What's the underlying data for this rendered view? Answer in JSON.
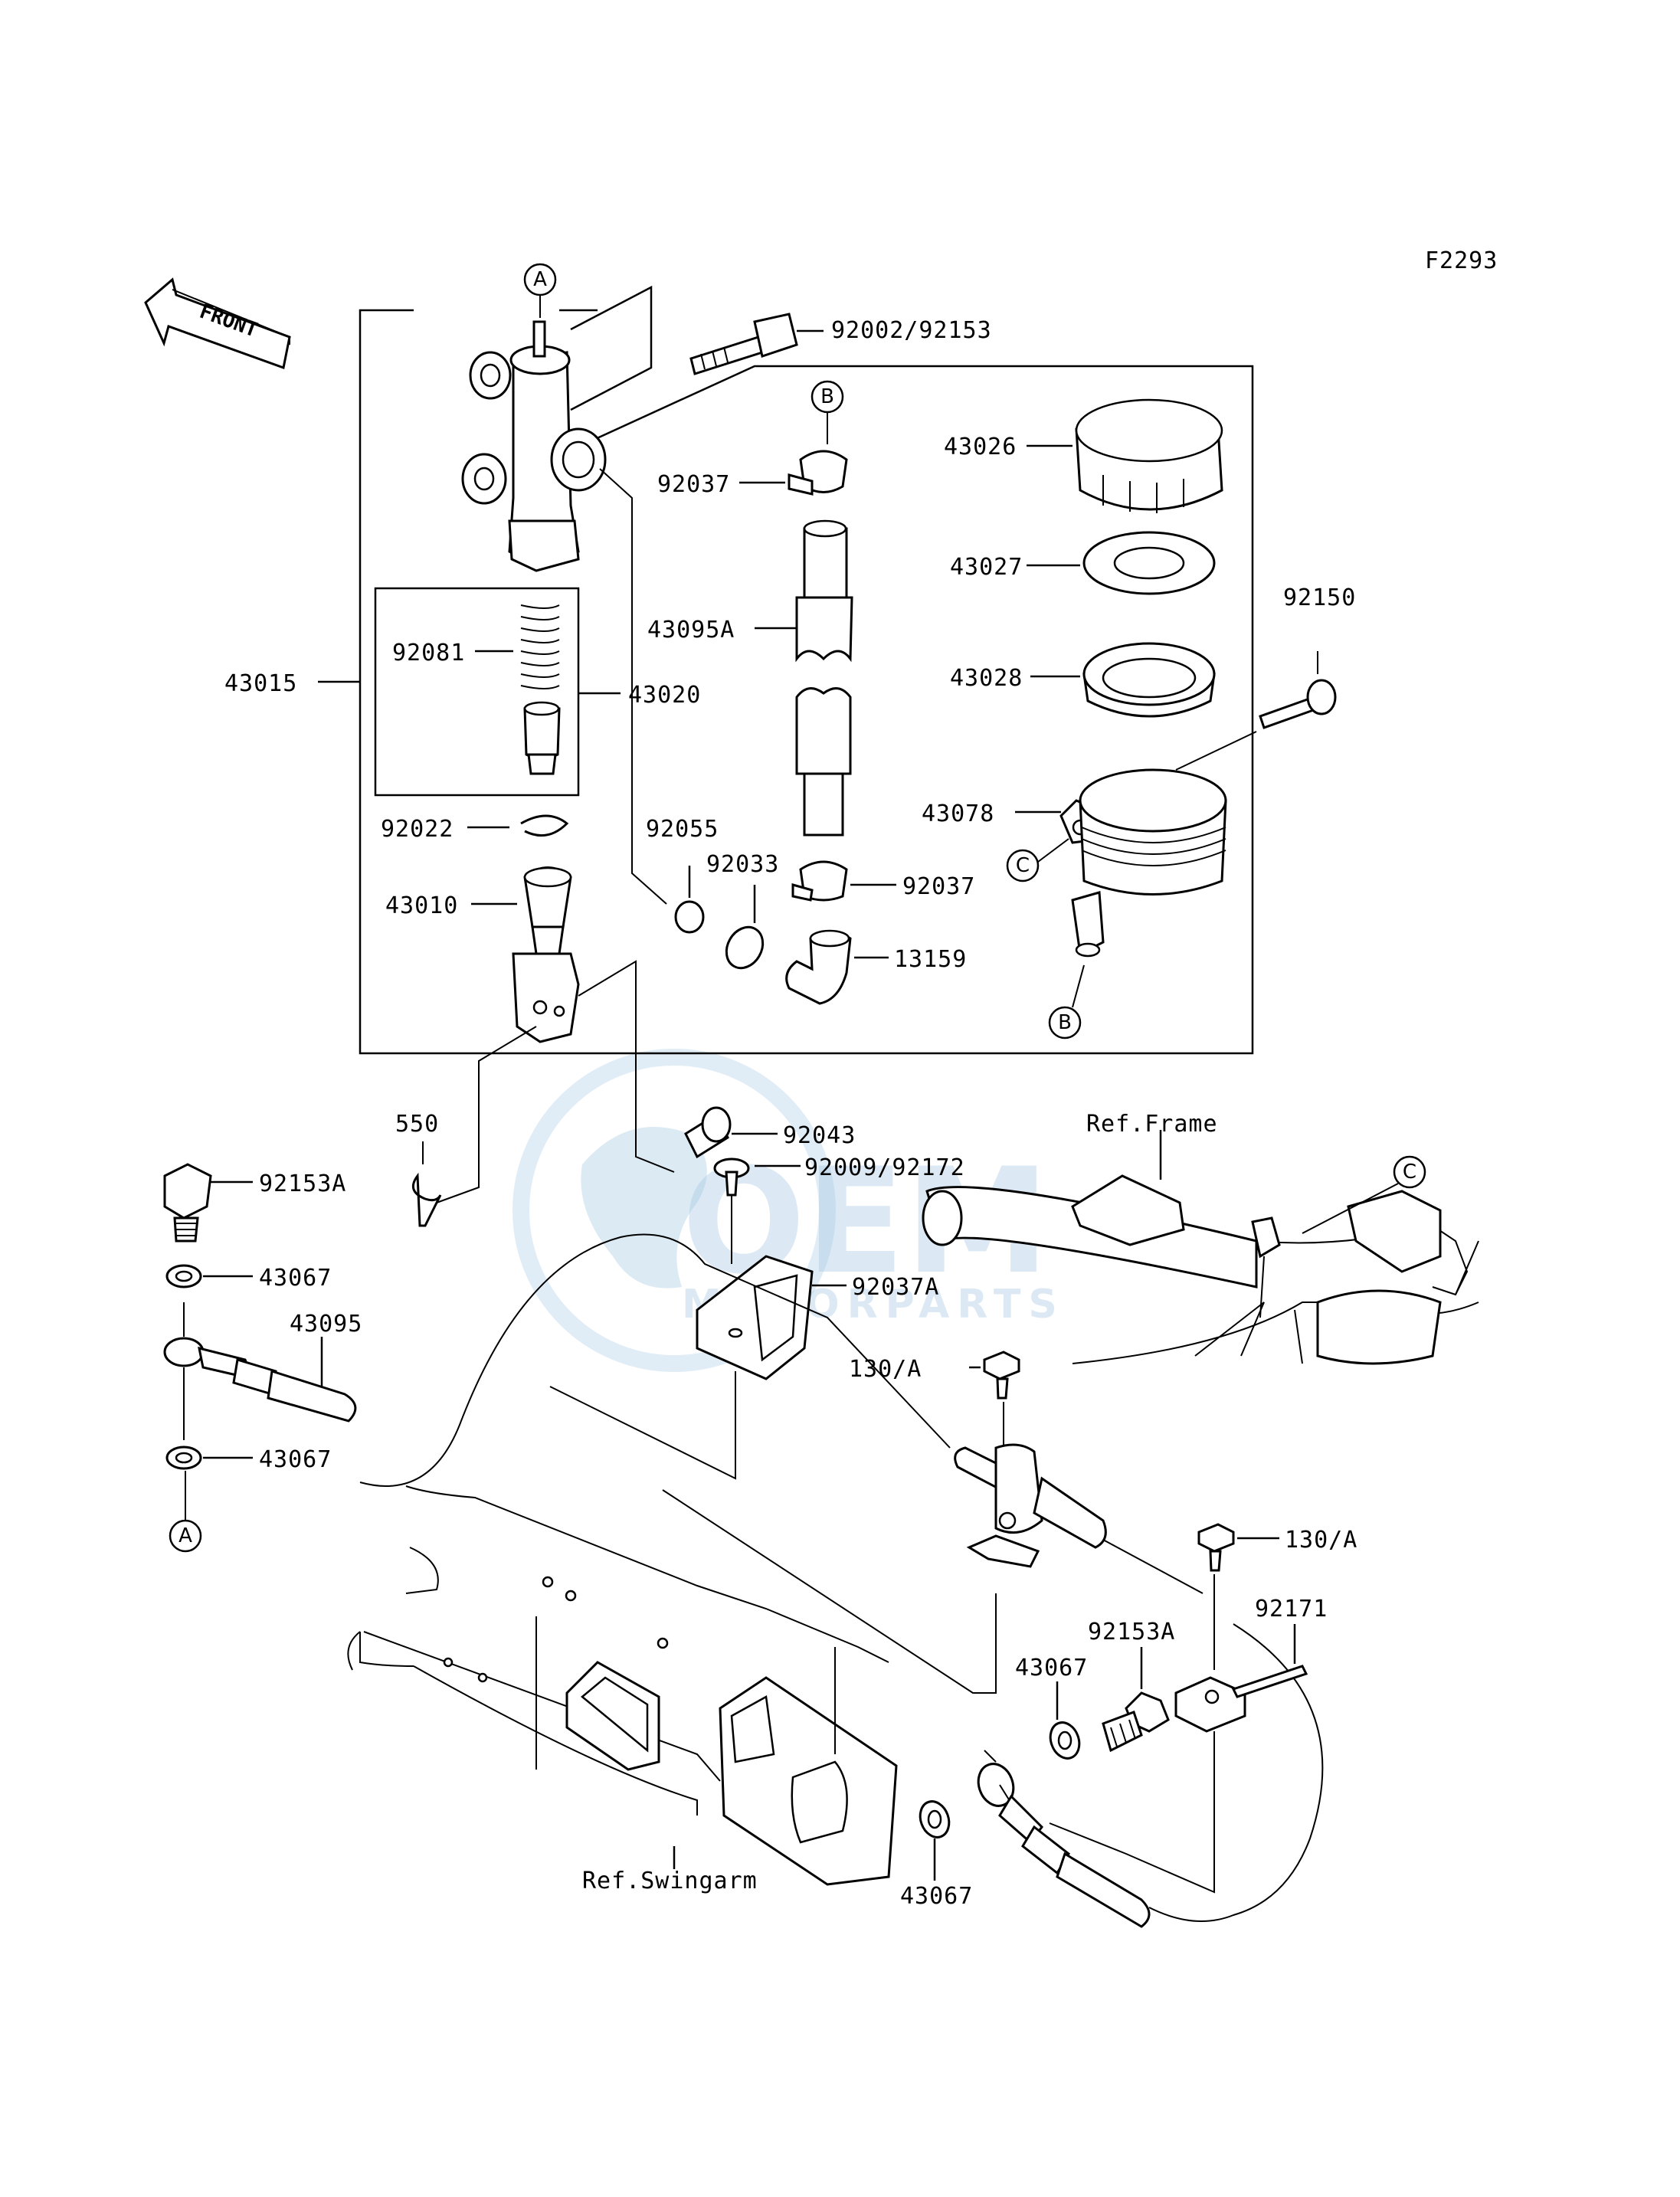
{
  "figure_code": "F2293",
  "front_label": "FRONT",
  "watermark": {
    "brand": "OEM",
    "sub": "MOTORPARTS"
  },
  "callouts": {
    "a": "A",
    "b": "B",
    "c": "C"
  },
  "parts": {
    "p92002_92153": "92002/92153",
    "p43026": "43026",
    "p92037_top": "92037",
    "p43027": "43027",
    "p92150": "92150",
    "p43095A": "43095A",
    "p43028": "43028",
    "p92081": "92081",
    "p43015": "43015",
    "p43020": "43020",
    "p43078": "43078",
    "p92022": "92022",
    "p92055": "92055",
    "p92033": "92033",
    "p92037_bot": "92037",
    "p43010": "43010",
    "p13159": "13159",
    "p92043": "92043",
    "p550": "550",
    "p92009_92172": "92009/92172",
    "p92153A_left": "92153A",
    "p43067_1": "43067",
    "p92037A": "92037A",
    "p43095": "43095",
    "p130A_1": "130/A",
    "p43067_2": "43067",
    "p130A_2": "130/A",
    "p92153A_right": "92153A",
    "p92171": "92171",
    "p43067_3": "43067",
    "p43067_4": "43067"
  },
  "refs": {
    "frame": "Ref.Frame",
    "swingarm": "Ref.Swingarm"
  }
}
